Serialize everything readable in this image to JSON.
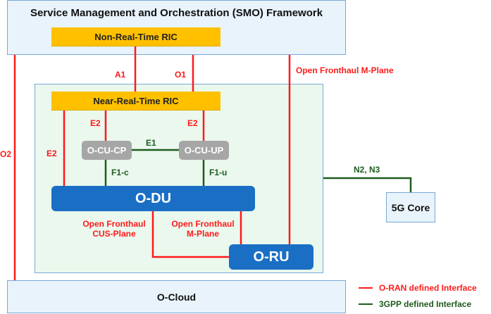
{
  "title": "Service Management and Orchestration (SMO) Framework",
  "colors": {
    "oran_interface": "#ff1a1a",
    "threegpp_interface": "#1e5c1e",
    "ric": "#ffc000",
    "du_ru": "#1a6fc4",
    "cu": "#a6a6a6",
    "frame_fill": "#e8f3fb",
    "ran_area_fill": "#eaf8ee"
  },
  "nodes": {
    "smo": "Service Management and Orchestration (SMO) Framework",
    "non_rt_ric": "Non-Real-Time RIC",
    "near_rt_ric": "Near-Real-Time RIC",
    "o_cu_cp": "O-CU-CP",
    "o_cu_up": "O-CU-UP",
    "o_du": "O-DU",
    "o_ru": "O-RU",
    "o_cloud": "O-Cloud",
    "core_5g": "5G Core"
  },
  "interfaces": {
    "a1": "A1",
    "o1": "O1",
    "o2": "O2",
    "e2_left": "E2",
    "e2_cp": "E2",
    "e2_up": "E2",
    "e1": "E1",
    "f1c": "F1-c",
    "f1u": "F1-u",
    "n2n3": "N2, N3",
    "of_mplane_smo": "Open Fronthaul M-Plane",
    "of_cus_line1": "Open Fronthaul",
    "of_cus_line2": "CUS-Plane",
    "of_m_line1": "Open Fronthaul",
    "of_m_line2": "M-Plane"
  },
  "legend": [
    {
      "label": "O-RAN defined Interface",
      "color": "#ff1a1a"
    },
    {
      "label": "3GPP defined Interface",
      "color": "#1e5c1e"
    }
  ]
}
